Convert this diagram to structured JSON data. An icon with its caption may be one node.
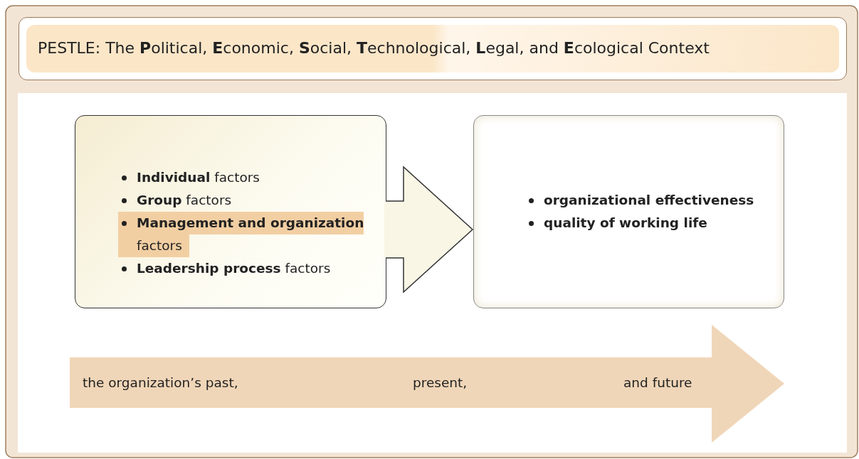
{
  "diagram": {
    "nodes": [
      {
        "text": [
          "PESTLE: The **P**olitical, **E**conomic, **S**ocial, **T**echnological, **L**egal, and **E**cological Context"
        ]
      },
      {
        "text": [
          "**Individual** factors",
          "**Group** factors",
          "**Management and organization** factors",
          "**Leadership process** factors"
        ]
      },
      {
        "text": [
          "organizational effectiveness",
          "quality of working life"
        ]
      },
      {
        "text": [
          "the organization’s past,",
          "present,",
          "and future"
        ]
      }
    ],
    "edges": [
      {
        "from": 1,
        "to": 2,
        "arrow": "to",
        "style": "thick"
      }
    ]
  }
}
